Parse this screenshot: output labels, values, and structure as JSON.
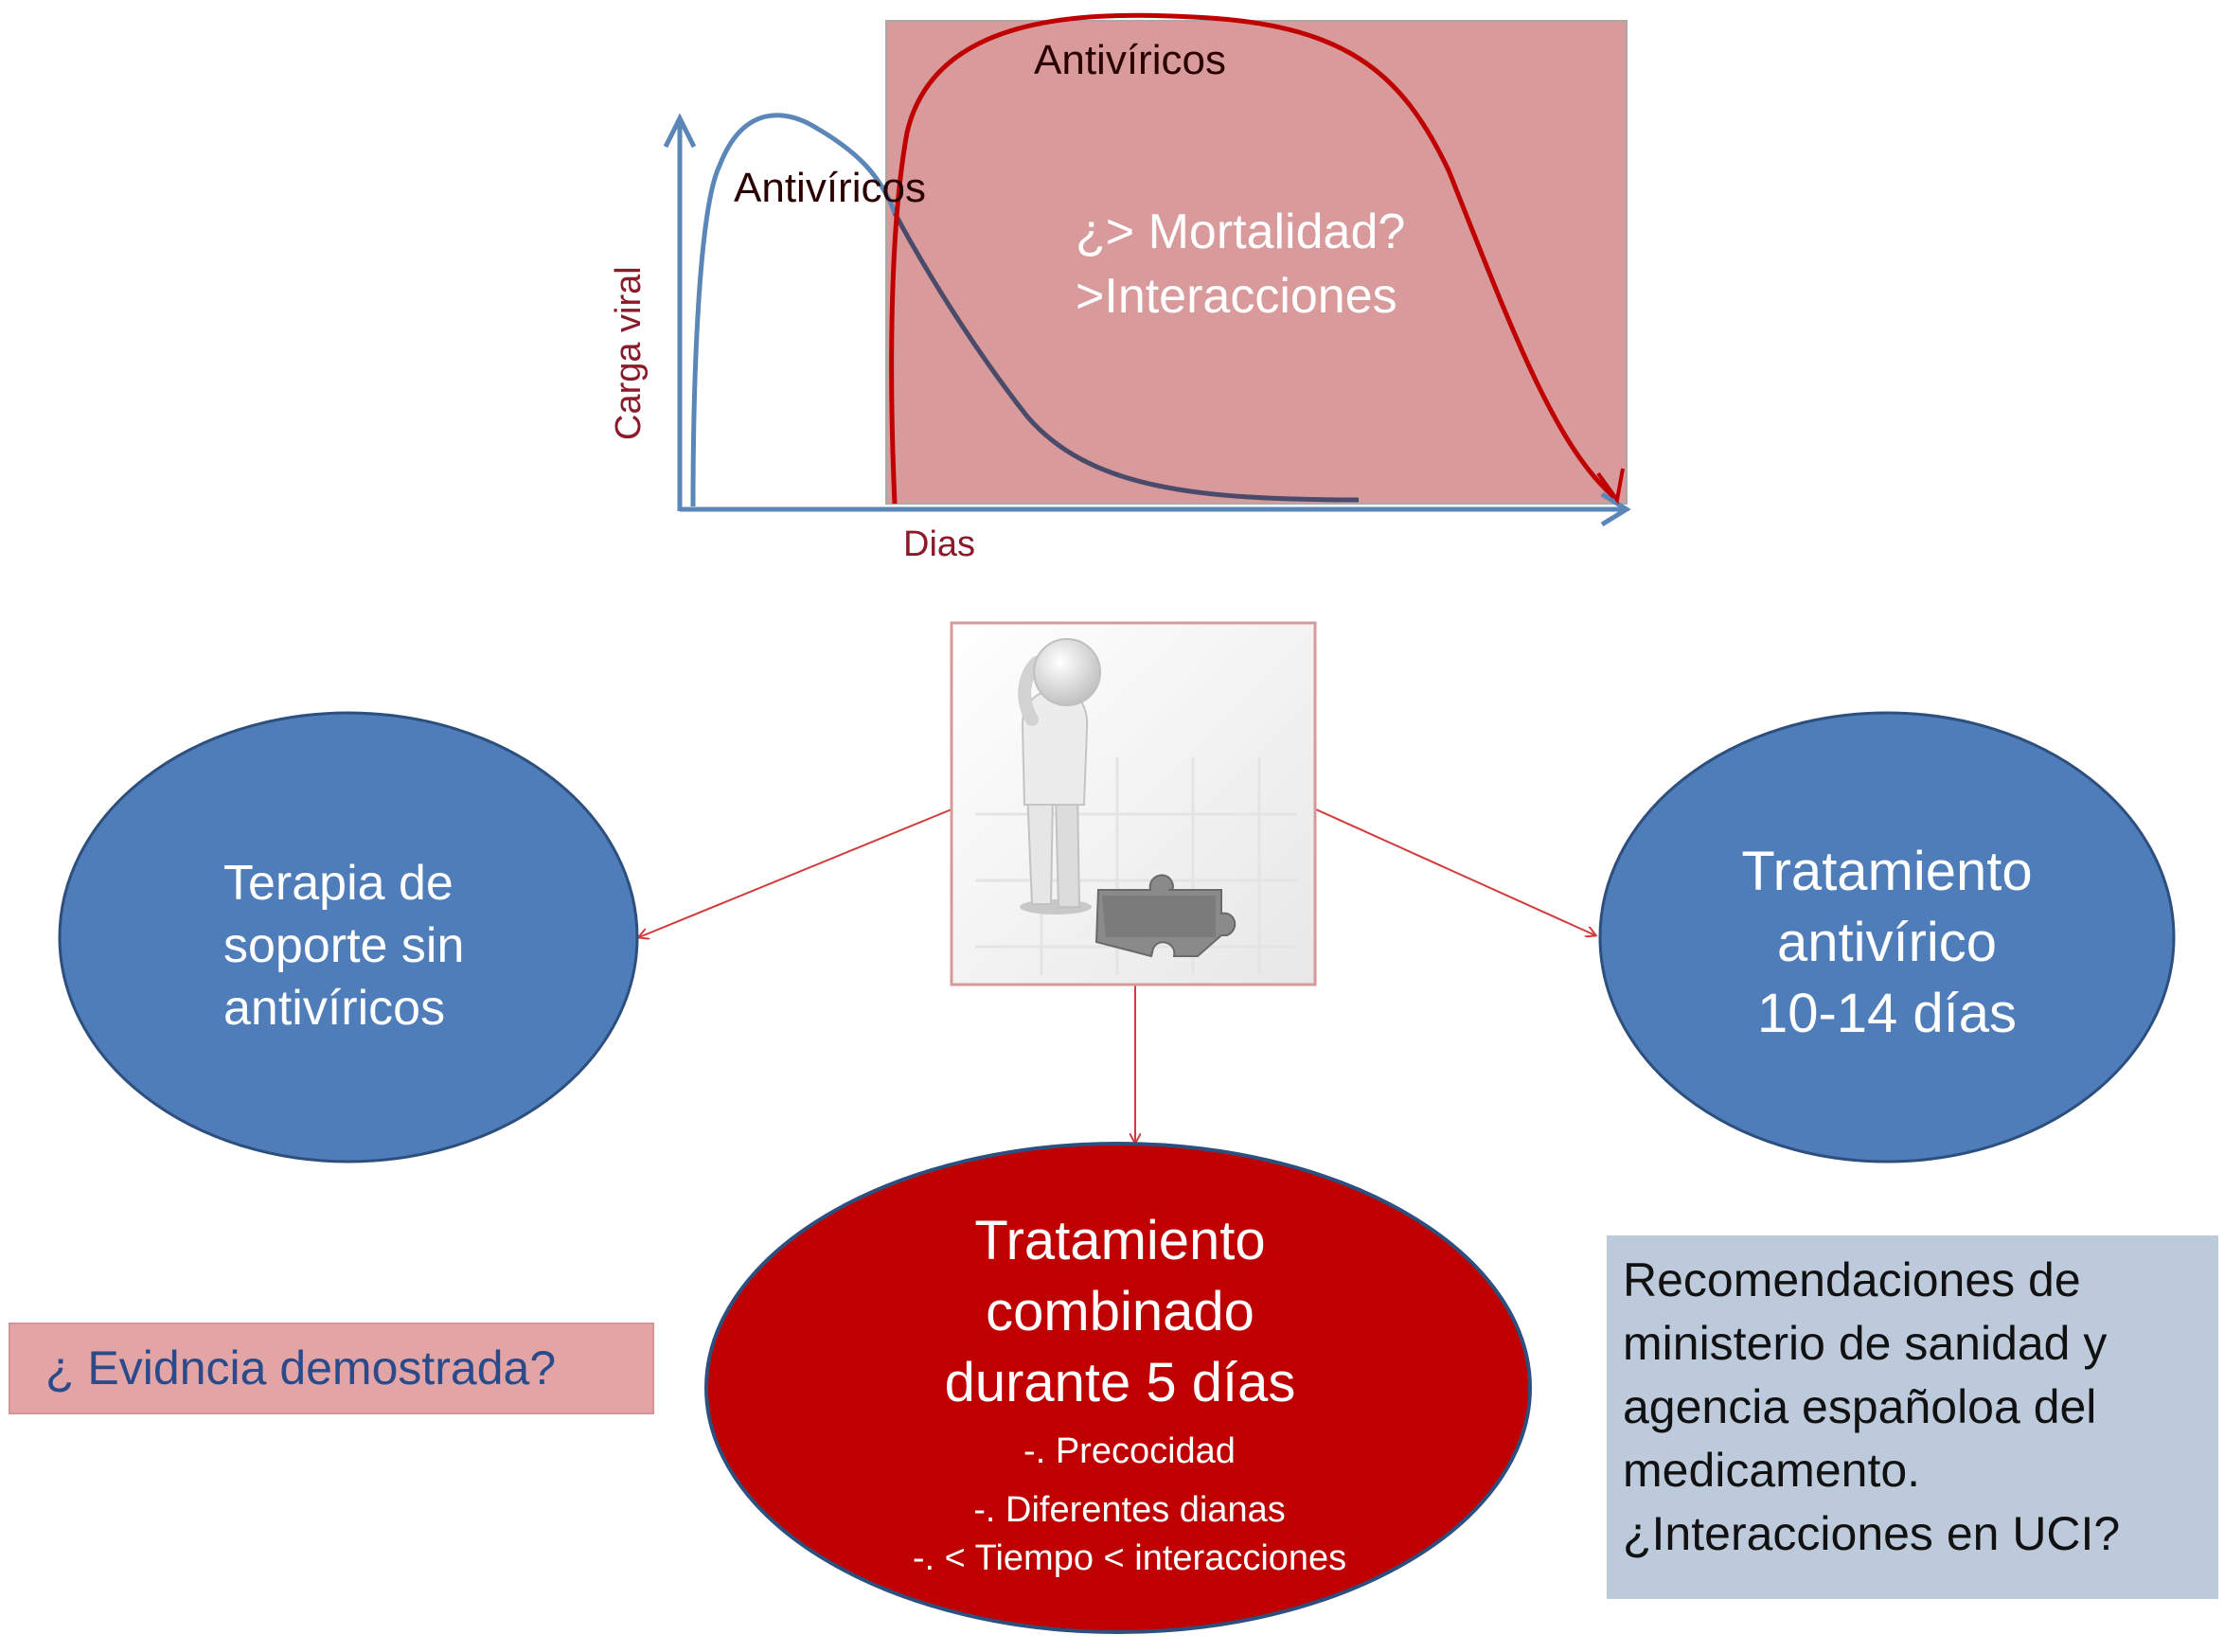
{
  "colors": {
    "accent_red": "#c00000",
    "shaded_region": "#d99a9c",
    "blue_curve": "#5b86b8",
    "dark_curve": "#4a4a6a",
    "ellipse_blue": "#4f7dba",
    "ellipse_red": "#c00000",
    "evidence_box": "#e3a4a6",
    "evidence_text": "#2a4a8a",
    "recommendation_box": "#bccadb"
  },
  "top_chart": {
    "ylabel": "Carga viral",
    "xlabel": "Dias",
    "curve1_label": "Antivíricos",
    "curve2_label": "Antivíricos",
    "region_line1": "¿> Mortalidad?",
    "region_line2": ">Interacciones"
  },
  "center_image": {
    "icon": "person-with-missing-puzzle-piece-icon"
  },
  "left_ellipse": {
    "line1": "Terapia de",
    "line2": "soporte sin",
    "line3": "antivíricos"
  },
  "right_ellipse": {
    "line1": "Tratamiento",
    "line2": "antivírico",
    "line3": "10-14 días"
  },
  "bottom_ellipse": {
    "line1": "Tratamiento",
    "line2": "combinado",
    "line3": "durante 5 días",
    "bullet1": "-. Precocidad",
    "bullet2": "-. Diferentes dianas",
    "bullet3": "-. < Tiempo < interacciones"
  },
  "evidence_box": {
    "text": "¿ Evidncia demostrada?"
  },
  "recommendation_box": {
    "line1": "Recomendaciones de",
    "line2": "ministerio de sanidad y",
    "line3": "agencia españoloa del",
    "line4": "medicamento.",
    "line5": "¿Interacciones en UCI?"
  }
}
